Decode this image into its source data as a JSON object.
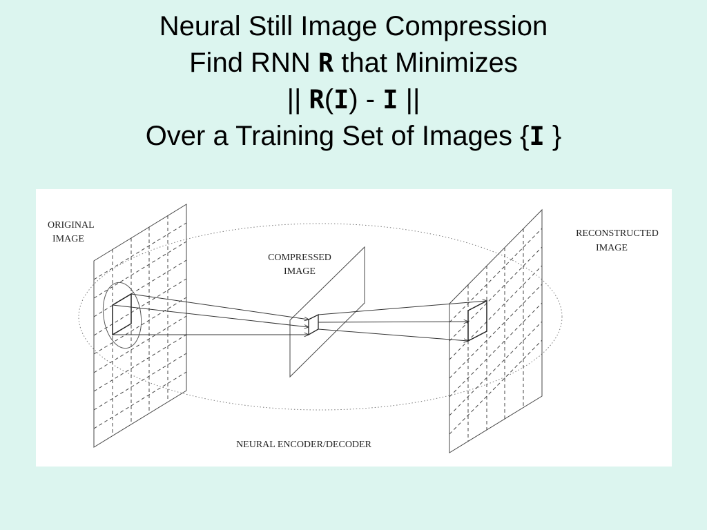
{
  "slide": {
    "title_lines": {
      "line1": "Neural Still Image Compression",
      "line2_pre": "Find RNN ",
      "line2_sym": "R",
      "line2_post": " that Minimizes",
      "line3_open": "|| ",
      "line3_r": "R",
      "line3_paren_open": "(",
      "line3_i": "I",
      "line3_mid": ") - ",
      "line3_i2": "I",
      "line3_close": " ||",
      "line4_pre": "Over a Training Set of Images {",
      "line4_sym": "I",
      "line4_post": " }"
    },
    "background_color": "#dcf5ef"
  },
  "diagram": {
    "labels": {
      "original_line1": "ORIGINAL",
      "original_line2": "IMAGE",
      "compressed_line1": "COMPRESSED",
      "compressed_line2": "IMAGE",
      "reconstructed_line1": "RECONSTRUCTED",
      "reconstructed_line2": "IMAGE",
      "encoder_decoder": "NEURAL ENCODER/DECODER"
    }
  }
}
